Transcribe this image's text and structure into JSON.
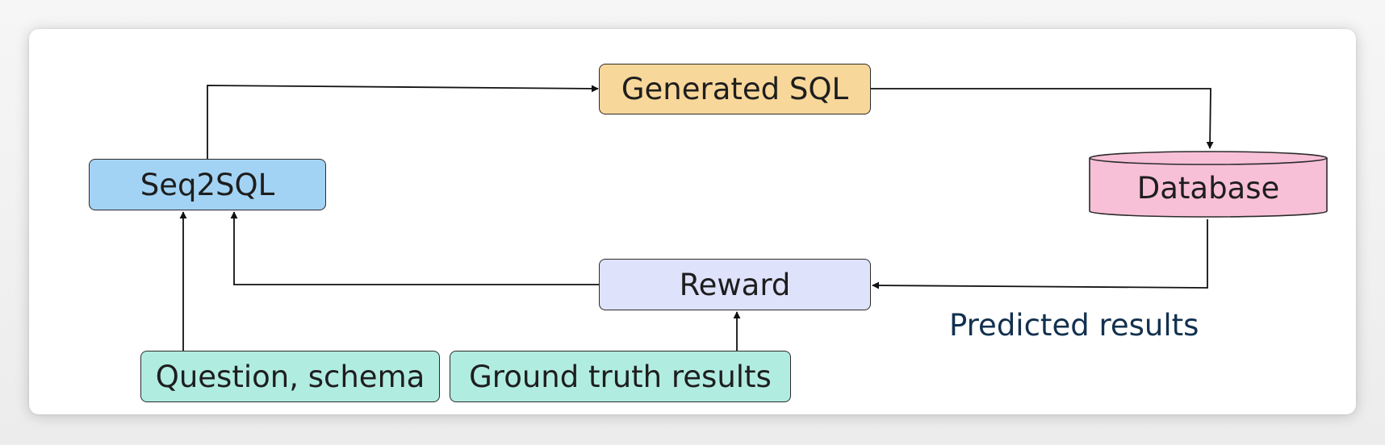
{
  "nodes": {
    "generated_sql": "Generated SQL",
    "seq2sql": "Seq2SQL",
    "database": "Database",
    "reward": "Reward",
    "question_schema": "Question, schema",
    "ground_truth": "Ground truth results"
  },
  "edge_labels": {
    "predicted_results": "Predicted results"
  },
  "colors": {
    "generated_sql": "#f8d79a",
    "seq2sql": "#a3d3f4",
    "database": "#f8c0d6",
    "reward": "#dfe2fb",
    "inputs": "#b1ece1",
    "edge_label_text": "#13314f"
  }
}
